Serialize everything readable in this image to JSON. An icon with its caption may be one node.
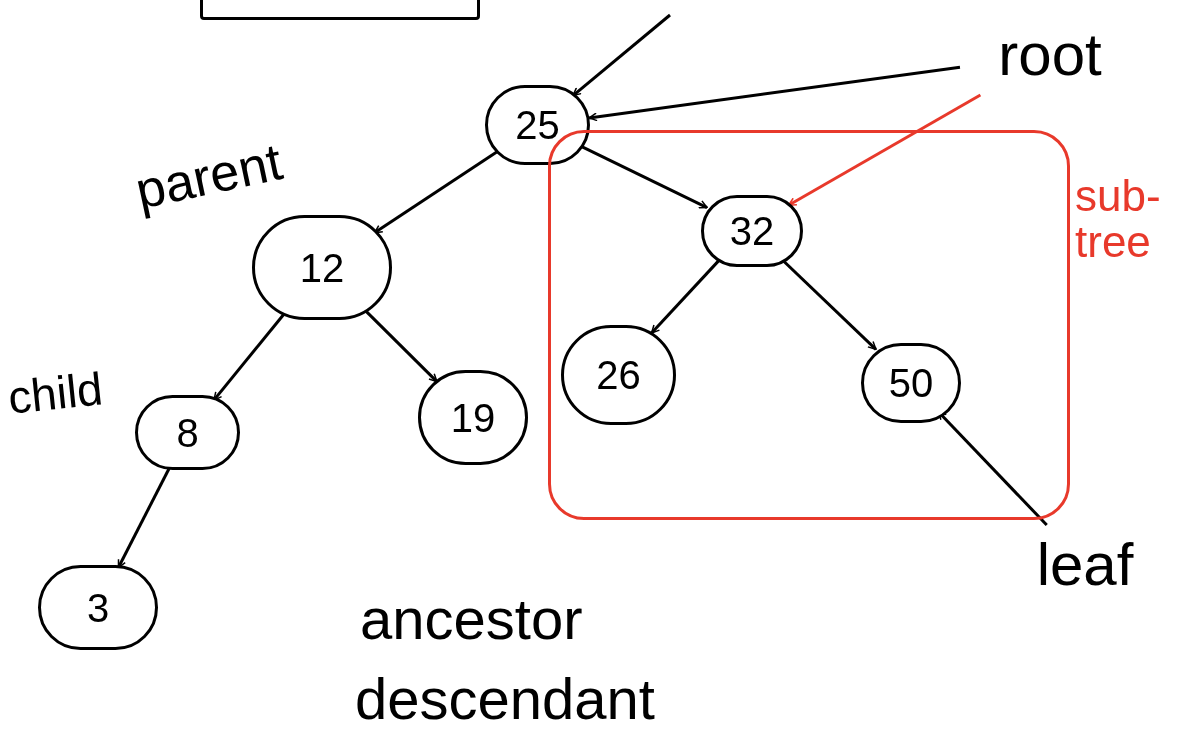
{
  "diagram": {
    "nodes": [
      {
        "text": [],
        "shape": "box"
      },
      {
        "text": [
          "25"
        ]
      },
      {
        "text": [],
        "shape": "box",
        "beside": [
          "sub- tree"
        ]
      },
      {
        "text": [
          "32"
        ],
        "in": 2
      },
      {
        "text": [
          "12"
        ]
      },
      {
        "text": [
          "26"
        ],
        "in": 2
      },
      {
        "text": [
          "50"
        ],
        "in": 2
      },
      {
        "text": [
          "8"
        ]
      },
      {
        "text": [
          "19"
        ]
      },
      {
        "text": [
          "3"
        ]
      },
      {
        "text": [
          "root"
        ]
      },
      {
        "text": [
          "leaf"
        ]
      }
    ],
    "edges": [
      {
        "from": null,
        "to": 1,
        "arrow": "to"
      },
      {
        "from": 1,
        "to": 4,
        "arrow": "to"
      },
      {
        "from": 1,
        "to": 3,
        "arrow": "to"
      },
      {
        "from": 3,
        "to": 5,
        "arrow": "to"
      },
      {
        "from": 3,
        "to": 6,
        "arrow": "to"
      },
      {
        "from": 4,
        "to": 7,
        "arrow": "to"
      },
      {
        "from": 4,
        "to": 8,
        "arrow": "to"
      },
      {
        "from": 7,
        "to": 9,
        "arrow": "to"
      },
      {
        "from": 10,
        "to": 1,
        "arrow": "to"
      },
      {
        "from": 10,
        "to": 3,
        "arrow": "to",
        "color": "#e8392b"
      },
      {
        "from": 11,
        "to": 6,
        "arrow": "to"
      }
    ],
    "labels": [
      "parent",
      "child",
      "ancestor",
      "descendant"
    ]
  }
}
